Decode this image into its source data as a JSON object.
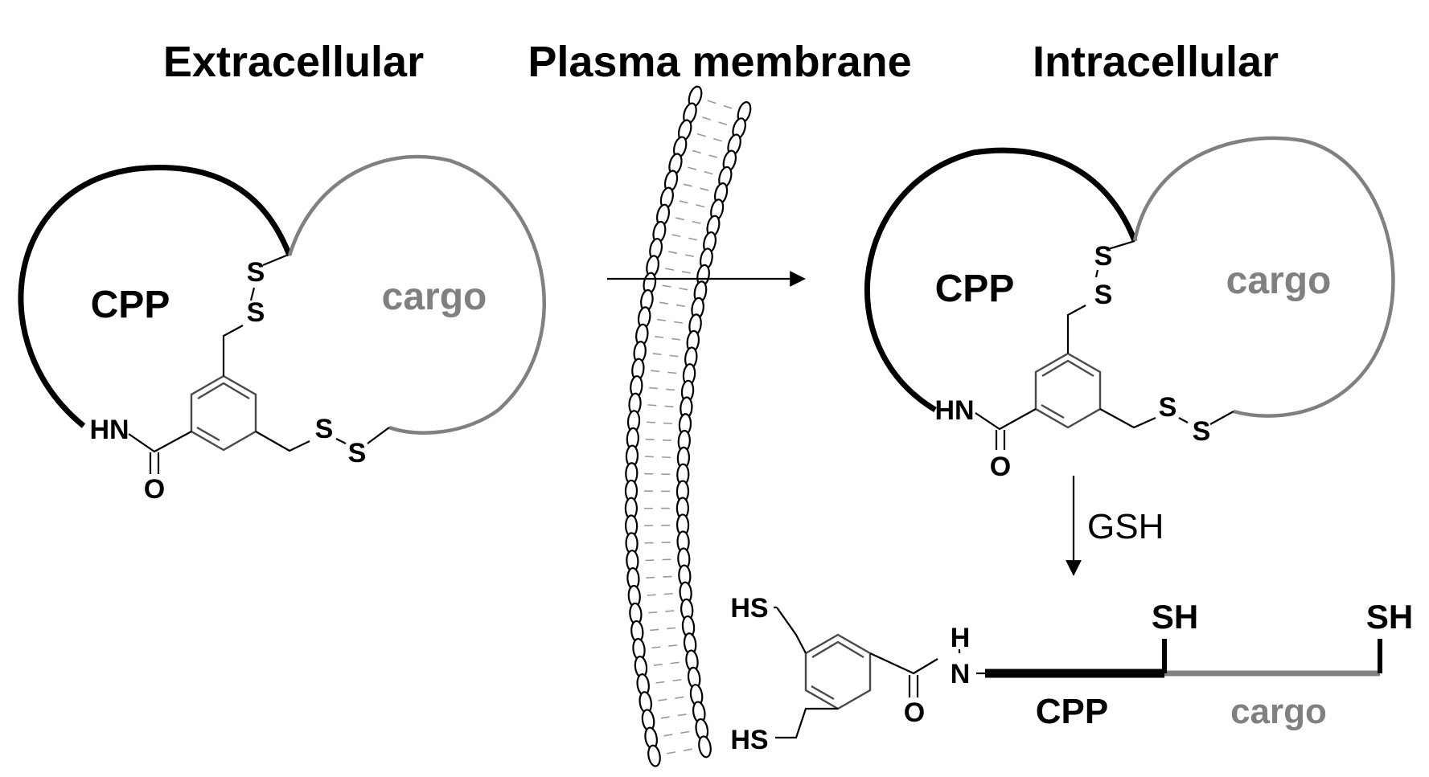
{
  "headers": {
    "extracellular": "Extracellular",
    "membrane": "Plasma membrane",
    "intracellular": "Intracellular"
  },
  "labels": {
    "cpp": "CPP",
    "cargo": "cargo",
    "gsh": "GSH"
  },
  "atoms": {
    "s": "S",
    "hn": "HN",
    "o": "O",
    "hs": "HS",
    "sh": "SH",
    "h": "H",
    "n": "N"
  },
  "colors": {
    "cpp": "#000000",
    "cargo": "#808080",
    "membrane_tail": "#9a9a9a"
  }
}
